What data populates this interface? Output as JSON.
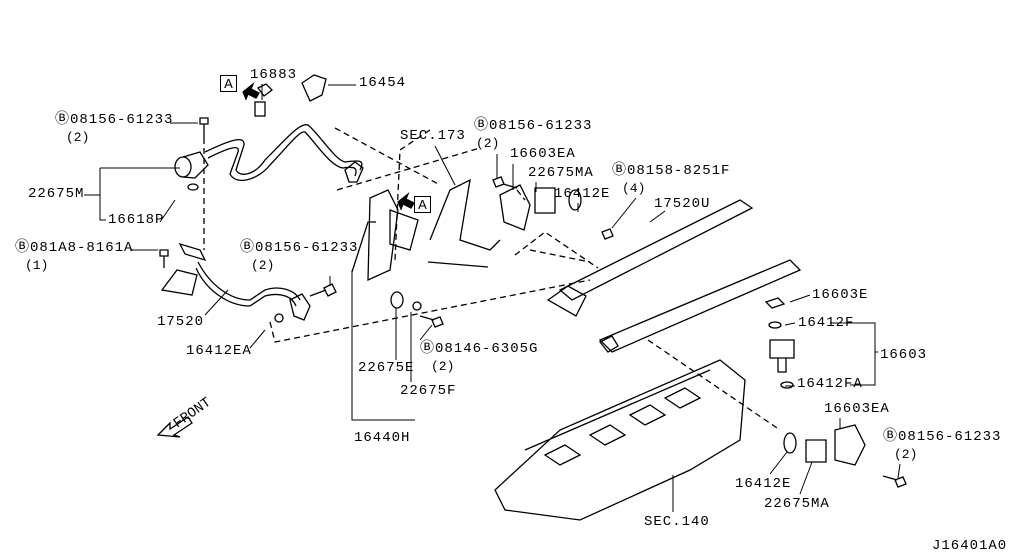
{
  "diagram_id": "J16401A0",
  "view_marker": "A",
  "direction_label": "FRONT",
  "labels": {
    "p16883": "16883",
    "p16454": "16454",
    "bolt_top_left": "Ⓑ08156-61233",
    "bolt_top_left_qty": "(2)",
    "sec173": "SEC.173",
    "bolt_top_mid": "Ⓑ08156-61233",
    "bolt_top_mid_qty": "(2)",
    "p16603EA_top": "16603EA",
    "p22675MA_top": "22675MA",
    "bolt_rail": "Ⓑ08158-8251F",
    "bolt_rail_qty": "(4)",
    "p16412E_top": "16412E",
    "p17520U": "17520U",
    "p22675M": "22675M",
    "p16618P": "16618P",
    "bolt_bracket": "Ⓑ081A8-8161A",
    "bolt_bracket_qty": "(1)",
    "bolt_mid": "Ⓑ08156-61233",
    "bolt_mid_qty": "(2)",
    "p17520": "17520",
    "p16412EA": "16412EA",
    "p16603E": "16603E",
    "p16412F": "16412F",
    "p16603": "16603",
    "bolt_cover": "Ⓑ08146-6305G",
    "bolt_cover_qty": "(2)",
    "p22675E": "22675E",
    "p16412FA": "16412FA",
    "p22675F": "22675F",
    "p16603EA_bottom": "16603EA",
    "bolt_bottom": "Ⓑ08156-61233",
    "bolt_bottom_qty": "(2)",
    "p16440H": "16440H",
    "p16412E_bottom": "16412E",
    "p22675MA_bottom": "22675MA",
    "sec140": "SEC.140"
  }
}
